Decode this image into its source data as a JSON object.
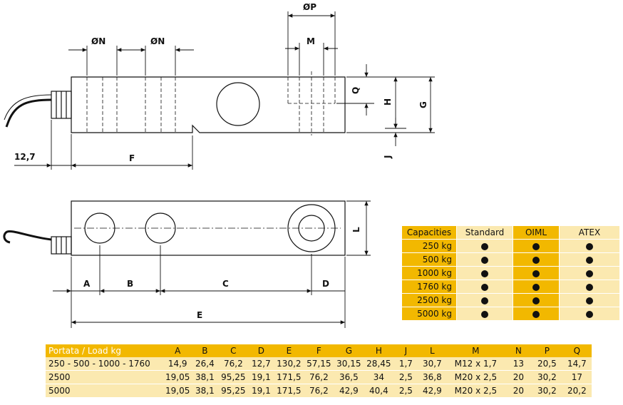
{
  "drawing_labels": {
    "phi_p": "ØP",
    "phi_n_1": "ØN",
    "phi_n_2": "ØN",
    "m": "M",
    "q": "Q",
    "h": "H",
    "g": "G",
    "j": "J",
    "f": "F",
    "offset": "12,7",
    "l": "L",
    "a": "A",
    "b": "B",
    "c": "C",
    "d": "D",
    "e": "E"
  },
  "capacities": {
    "header": [
      "Capacities",
      "Standard",
      "OIML",
      "ATEX"
    ],
    "rows": [
      {
        "label": "250 kg"
      },
      {
        "label": "500 kg"
      },
      {
        "label": "1000 kg"
      },
      {
        "label": "1760 kg"
      },
      {
        "label": "2500 kg"
      },
      {
        "label": "5000 kg"
      }
    ],
    "availability_marker": "filled-circle-icon"
  },
  "dimensions": {
    "header": [
      "Portata / Load kg",
      "A",
      "B",
      "C",
      "D",
      "E",
      "F",
      "G",
      "H",
      "J",
      "L",
      "M",
      "N",
      "P",
      "Q"
    ],
    "rows": [
      [
        "250 - 500 - 1000 - 1760",
        "14,9",
        "26,4",
        "76,2",
        "12,7",
        "130,2",
        "57,15",
        "30,15",
        "28,45",
        "1,7",
        "30,7",
        "M12 x 1,7",
        "13",
        "20,5",
        "14,7"
      ],
      [
        "2500",
        "19,05",
        "38,1",
        "95,25",
        "19,1",
        "171,5",
        "76,2",
        "36,5",
        "34",
        "2,5",
        "36,8",
        "M20 x 2,5",
        "20",
        "30,2",
        "17"
      ],
      [
        "5000",
        "19,05",
        "38,1",
        "95,25",
        "19,1",
        "171,5",
        "76,2",
        "42,9",
        "40,4",
        "2,5",
        "42,9",
        "M20 x 2,5",
        "20",
        "30,2",
        "20,2"
      ]
    ]
  },
  "colors": {
    "accent": "#f2b800",
    "light": "#fbe9b0"
  }
}
